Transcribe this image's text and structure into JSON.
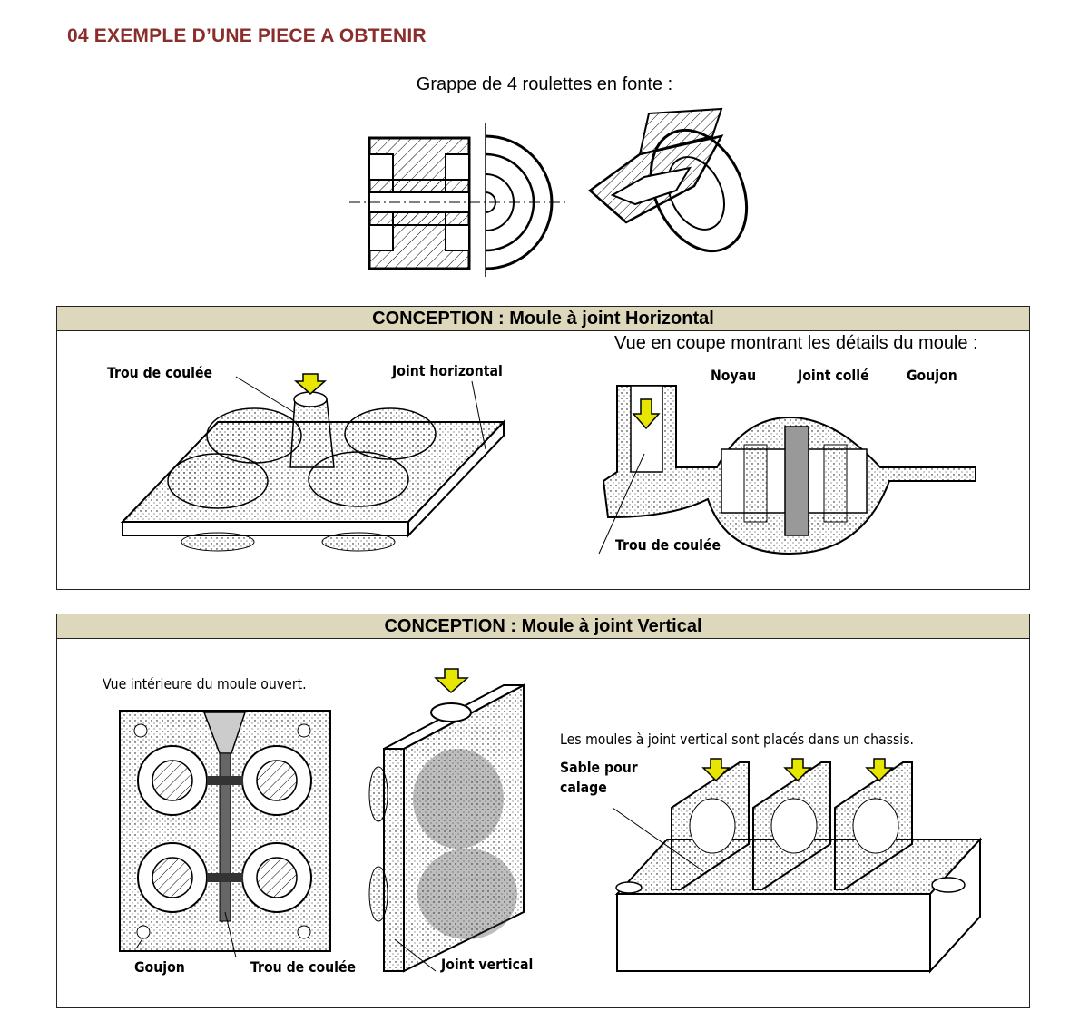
{
  "header": {
    "title": "04 EXEMPLE D’UNE PIECE A OBTENIR",
    "subtitle": "Grappe de 4 roulettes en fonte :"
  },
  "panel_horizontal": {
    "heading": "CONCEPTION : Moule à joint Horizontal",
    "section_caption": "Vue en coupe montrant les détails du moule :",
    "labels": {
      "trou_coulee_left": "Trou de coulée",
      "joint_horizontal": "Joint horizontal",
      "noyau": "Noyau",
      "joint_colle": "Joint collé",
      "goujon": "Goujon",
      "trou_coulee_section": "Trou de coulée"
    }
  },
  "panel_vertical": {
    "heading": "CONCEPTION : Moule à joint Vertical",
    "labels": {
      "vue_interieure": "Vue intérieure du moule ouvert.",
      "goujon": "Goujon",
      "trou_coulee": "Trou de coulée",
      "joint_vertical": "Joint vertical",
      "chassis_note": "Les moules à joint vertical sont placés dans un chassis.",
      "sable_line1": "Sable pour",
      "sable_line2": "calage"
    }
  },
  "colors": {
    "title": "#8b2d2b",
    "panel_header_bg": "#ddd8bb",
    "arrow_fill": "#e6e600",
    "core_fill": "#999999"
  }
}
